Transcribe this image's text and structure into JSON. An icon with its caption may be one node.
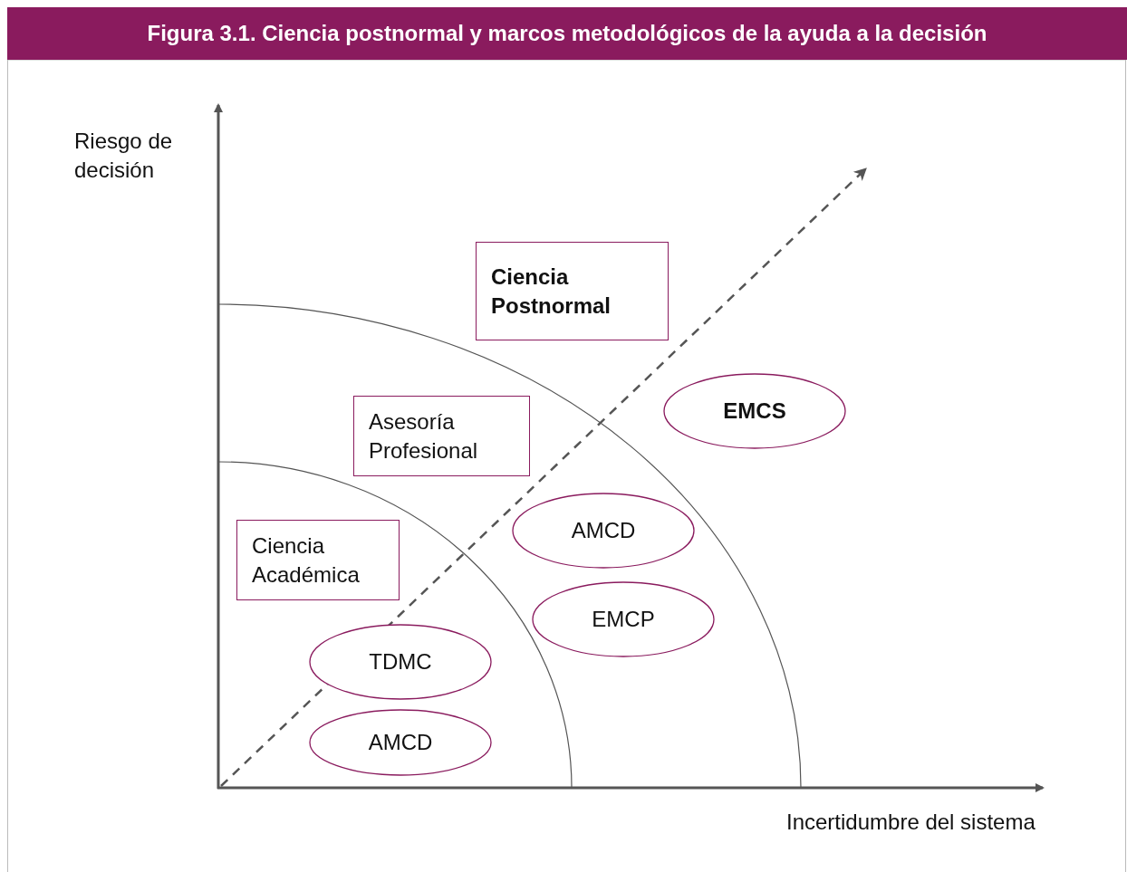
{
  "diagram": {
    "title": "Figura 3.1. Ciencia postnormal y marcos metodológicos de la ayuda a la decisión",
    "nodes": [
      {
        "text": [
          "Ciencia Postnormal"
        ]
      },
      {
        "text": [
          "EMCS"
        ]
      },
      {
        "text": [
          "Asesoría Profesional"
        ]
      },
      {
        "text": [
          "AMCD"
        ]
      },
      {
        "text": [
          "Ciencia Académica"
        ]
      },
      {
        "text": [
          "EMCP"
        ]
      },
      {
        "text": [
          "TDMC"
        ]
      },
      {
        "text": [
          "AMCD"
        ]
      }
    ],
    "labels": [
      "Riesgo de decisión",
      "Incertidumbre del sistema"
    ]
  }
}
